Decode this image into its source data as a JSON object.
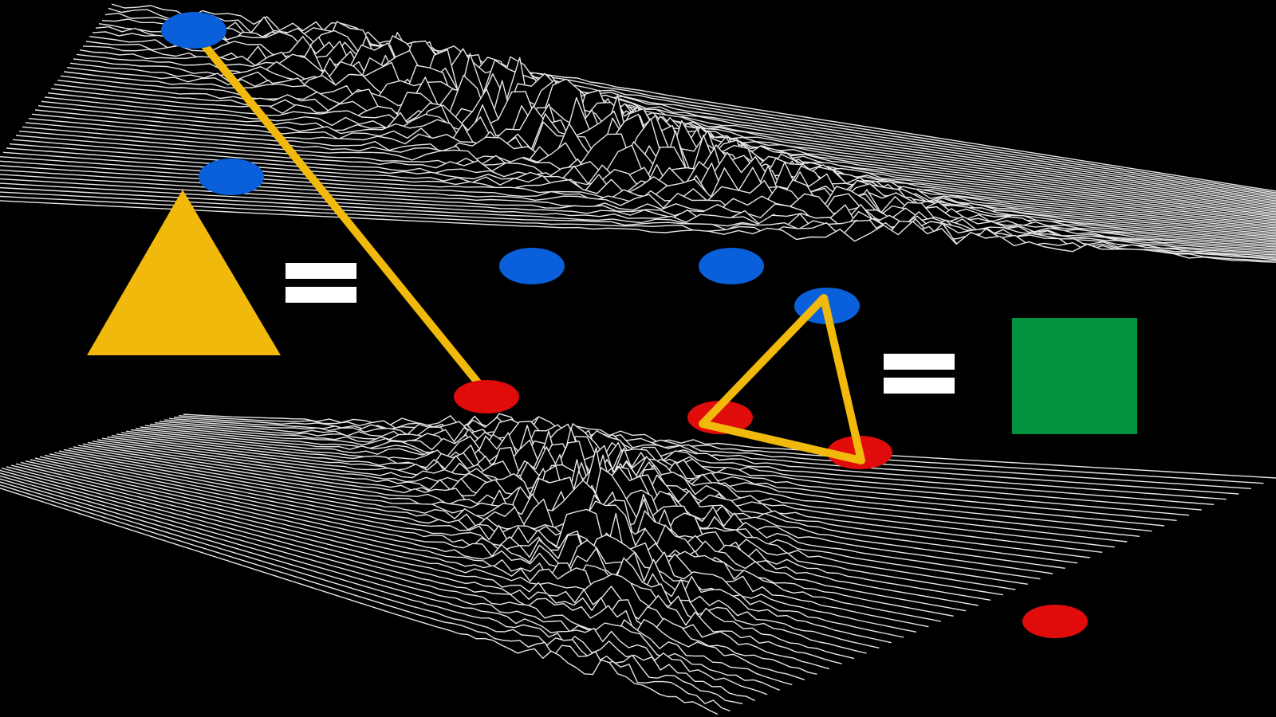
{
  "background_color": "#000000",
  "line_color": "#e6e6e6",
  "colors": {
    "blue_node": "#0a5fdb",
    "red_node": "#e00c0c",
    "yellow_shape": "#f0b90b",
    "green_square": "#00923f",
    "equals_sign": "#ffffff"
  },
  "legend": {
    "left": {
      "shape": "filled-triangle",
      "relation": "="
    },
    "right": {
      "shape": "outlined-triangle",
      "relation": "=",
      "result": "filled-square"
    }
  },
  "surfaces": [
    {
      "name": "upper-surface",
      "style": "ridgeline-wireframe"
    },
    {
      "name": "lower-surface",
      "style": "ridgeline-wireframe"
    }
  ],
  "nodes": {
    "blue_count": 5,
    "red_count": 4
  }
}
